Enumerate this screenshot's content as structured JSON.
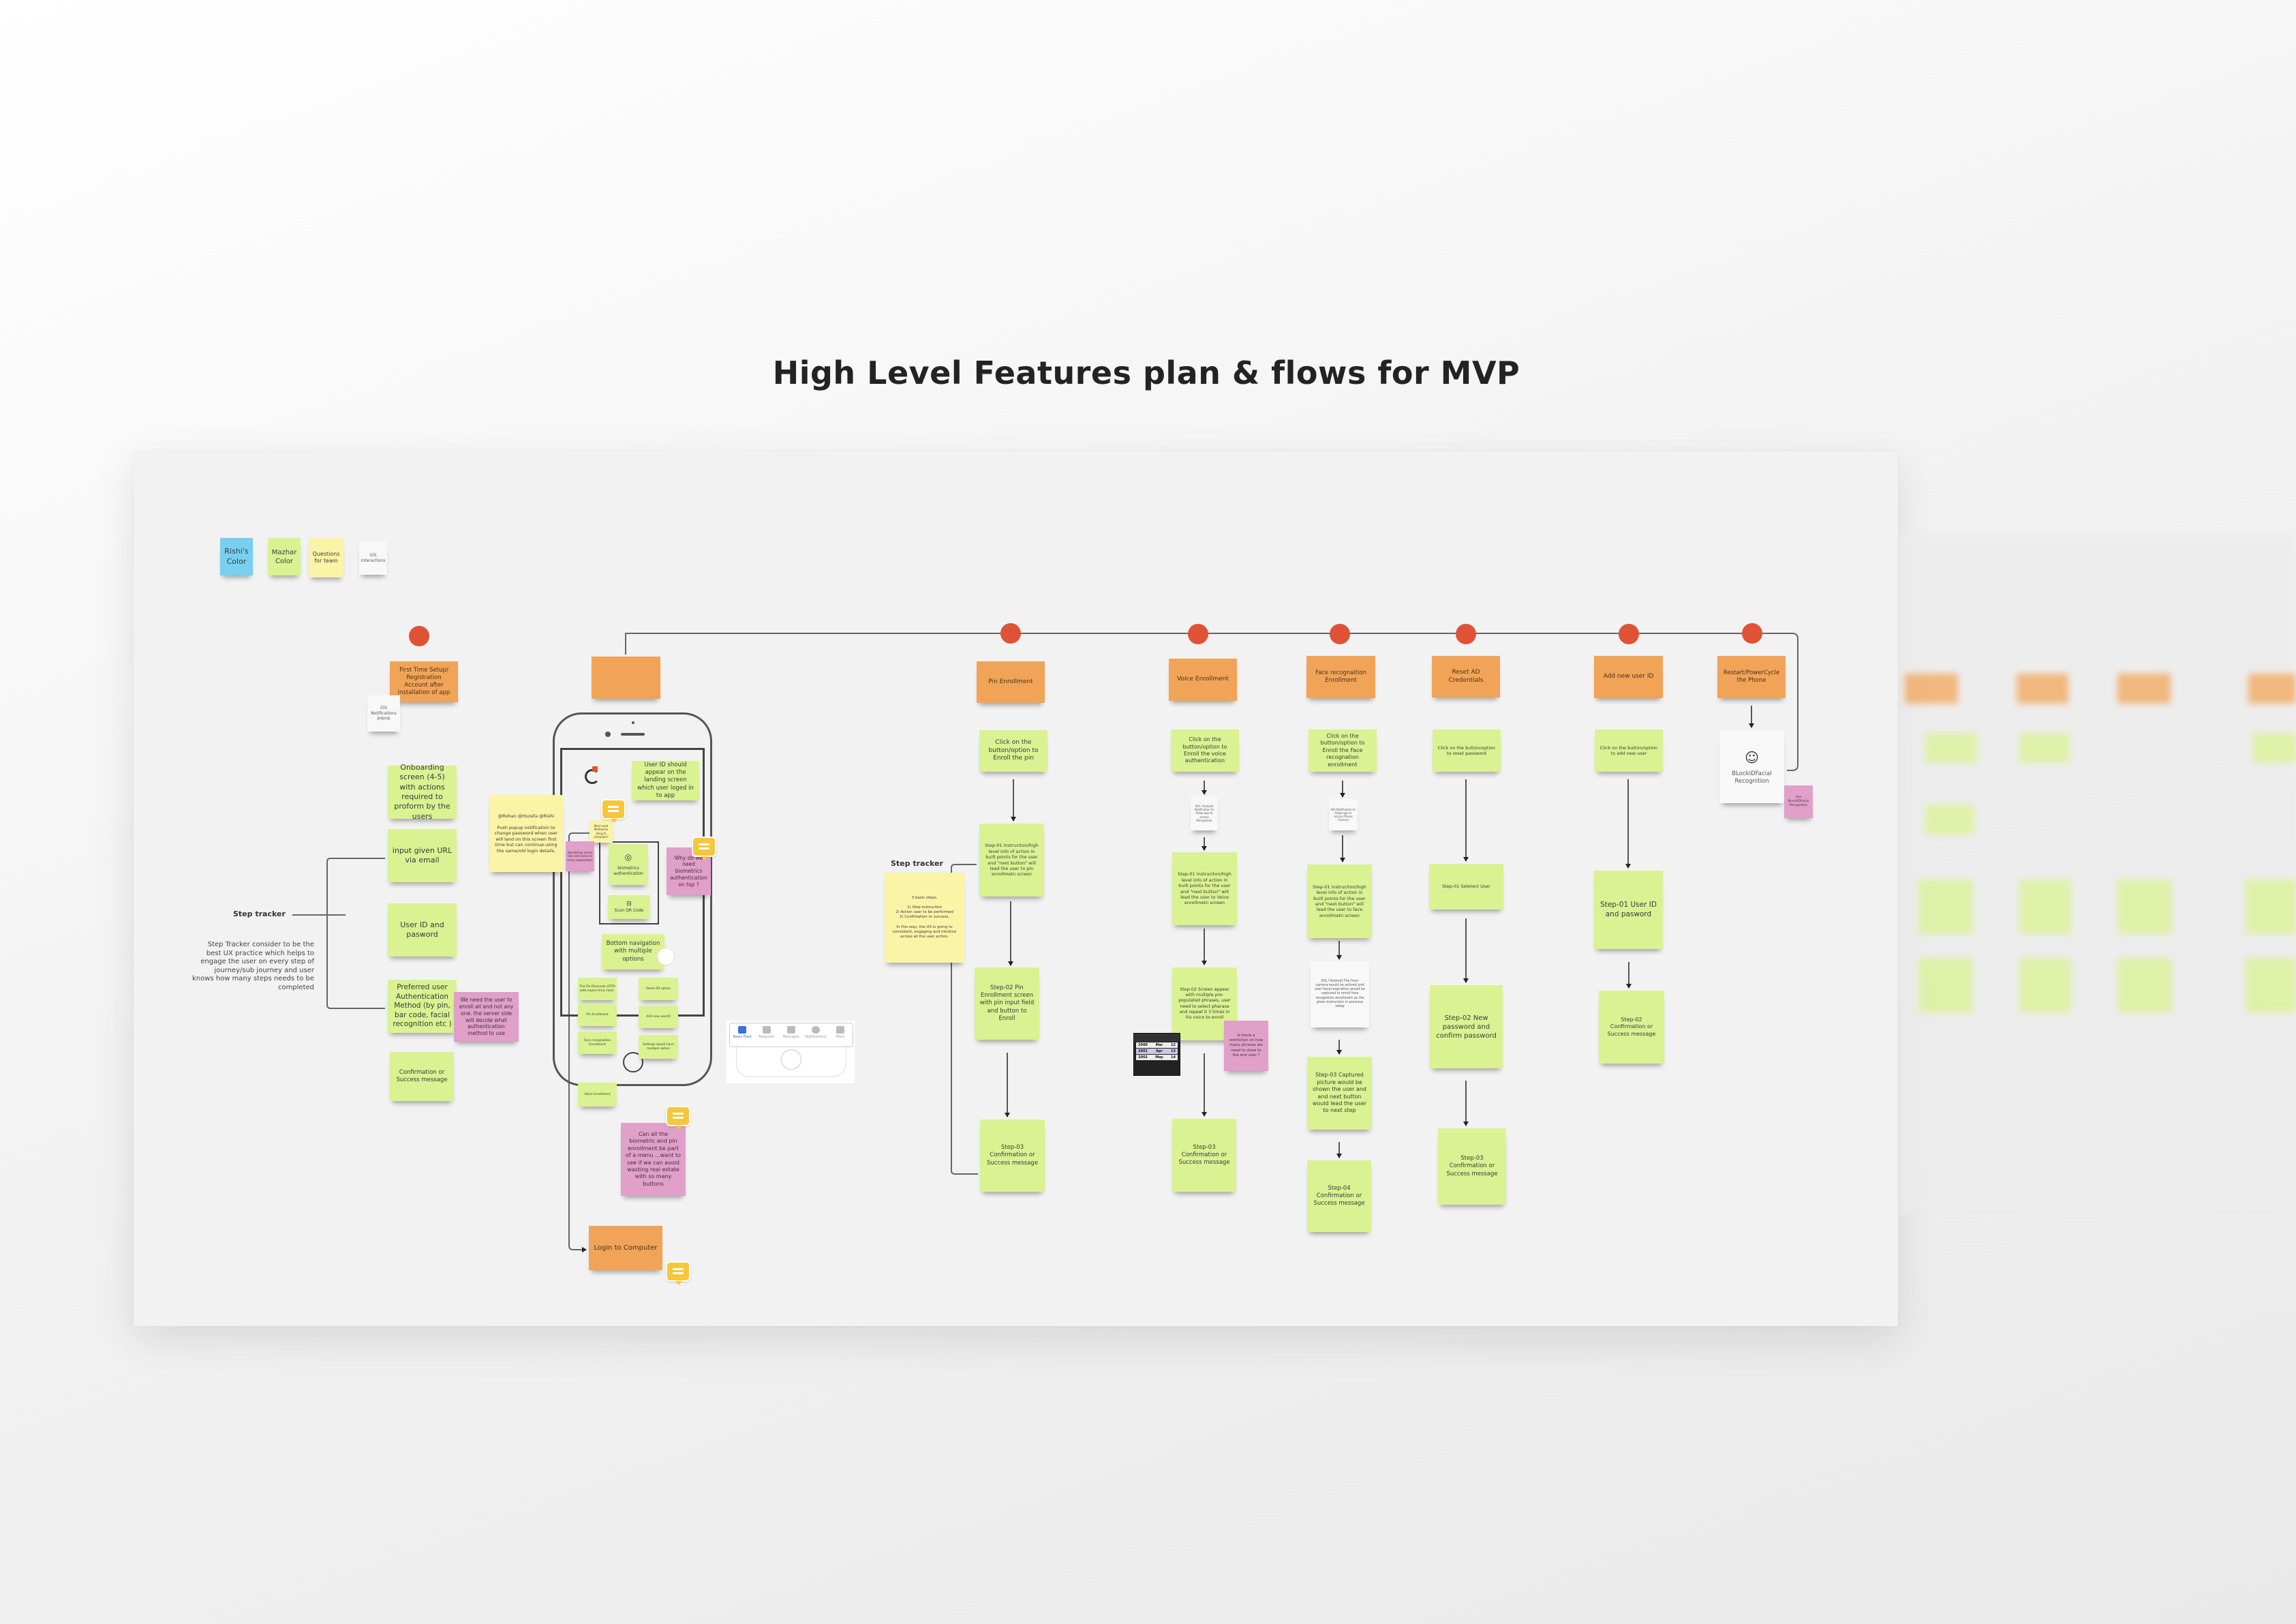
{
  "title": "High Level Features plan & flows for MVP",
  "colors": {
    "orange": "#f1a458",
    "green": "#daf291",
    "yellow": "#fbf3a6",
    "pink": "#e0a0c9",
    "blue": "#78cff0",
    "white": "#f8f8f8",
    "dot": "#df5236"
  },
  "legend": {
    "rishi": "Rishi's Color",
    "mazhar": "Mazhar Color",
    "questions": "Questions for team",
    "ios": "iOS Interactions"
  },
  "first_setup": {
    "title": "First Time Setup/ Registration Account after installation of app",
    "ios_popup": "iOS Notifications popup",
    "onboarding": "Onboarding screen (4-5) with actions required to proform by the users",
    "url": "input given URL via email",
    "userid": "User ID and pasword",
    "preferred": "Preferred user Authentication Method (by pin, bar code, facial recognition etc )",
    "preferred_note": "We need the user to enroll all and not any one. the server side will decide what authentication method to use",
    "confirm": "Confirmation or Success message",
    "step_tracker_label": "Step tracker",
    "step_tracker_desc": "Step Tracker consider to be the best UX practice which helps to engage the user on every step of journey/sub journey and user knows how many steps needs to be completed"
  },
  "phone": {
    "push_note": "@Rohan @Huzefa @Rishi\n\nPush popup notification to change password when user will land on this screen first time but can continue using the same/old login details.",
    "userid_note": "User ID should appear on the landing screen which user loged in to app",
    "most_used": "Most used Method to loing to computer?",
    "decided": "Decided by server side and varies on every organization",
    "biometrics": "biometrics authentication",
    "scan_qr": "Scan QR Code",
    "why_bio": "Why do we need biometrics authentication on top ?",
    "bottom_nav": "Bottom navigation with multiple options",
    "pin_passcode": "The Pin Passcode (OTP) with expire time clock.",
    "pin_enroll": "Pin Enrollment",
    "face_enroll": "Face recognaition Enrollment",
    "voice_enroll": "Voice Enrollment",
    "reset_ad": "Reset AD option",
    "add_user": "Add new userID",
    "settings": "Settings would have multipel option",
    "menu_question": "Can all the biometric and pin enrollment be part of a menu ...want to see if we can avoid wasting real estate with so many buttons",
    "login": "Login to Computer",
    "nav_tabs": [
      "News Feed",
      "Requests",
      "Messages",
      "Notifications",
      "More"
    ]
  },
  "pin": {
    "title": "Pin Enrollment",
    "click": "Click on the button/option to Enroll the pin",
    "step1": "Step-01 Instruciton/high level info of action in built points for the user and \"next button\" will lead the user to pin enrollmetn screen",
    "step2": "Step-02 Pin Enrollment screen with pin input field and button to Enroll",
    "step3": "Step-03 Confirmation or Success message",
    "tracker_label": "Step tracker",
    "tracker_note": "3 basic steps,\n\n1) Step instruction\n2) Action user to be performed\n2) Confimation or success.\n\nIn this way, the UX is going to consistent, engaging and intuitive across all the user action."
  },
  "voice": {
    "title": "Voice Enrollment",
    "click": "Click on the button/option to Enroll the voice authentication",
    "notif": "IOS / Android Notification to Allow app to access Microphone",
    "step1": "Step-01 Instruciton/high level info of action in built points for the user and \"next button\" will lead the user to Voice enrollmetn screen",
    "step2": "Step-02 Screen appear with multiple pre-populated phrases, user need to select pharase and repeat it 3 times in his voice to enroll",
    "question": "Is there a restriction on how many phrases we need to show to the end user ?",
    "step3": "Step-03 Confirmation or Success message",
    "picker_rows": [
      [
        "2000",
        "Mar",
        "12"
      ],
      [
        "2001",
        "Apr",
        "13"
      ],
      [
        "2002",
        "May",
        "14"
      ]
    ]
  },
  "face": {
    "title": "Face recognaition Enrollment",
    "click": "Click on the button/option to Enroll the Face recognation enrollment",
    "notif": "IOS Notification to Allow app to access Phone Camara",
    "step1": "Step-01 Instruciton/high level info of action in built points for the user and \"next button\" will lead the user to face enrollmetn screen",
    "camera": "IOS / Android The front camera would be actived and user facial expiration would be captured to enroll face recognition enrollment as the given instruction in previous setep",
    "step3": "Step-03 Captured picture would be shown the user and and next button would lead the user to next step",
    "step4": "Step-04 Confirmation or Success message"
  },
  "reset": {
    "title": "Reset AD Credentials",
    "click": "Click on the button/option to reset password",
    "step1": "Step-01 Seletect User",
    "step2": "Step-02 New password and confirm password",
    "step3": "Step-03 Confirmation or Success message"
  },
  "add_user": {
    "title": "Add new user ID",
    "click": "Click on the button/option to add new user",
    "step1": "Step-01 User ID and pasword",
    "step2": "Step-02 Confirmation or Success message"
  },
  "restart": {
    "title": "Restart/PowerCycle the Phone",
    "blockid": "BLockIDFacial Recognition",
    "note": "Use BLockIDFacial Recognition"
  }
}
